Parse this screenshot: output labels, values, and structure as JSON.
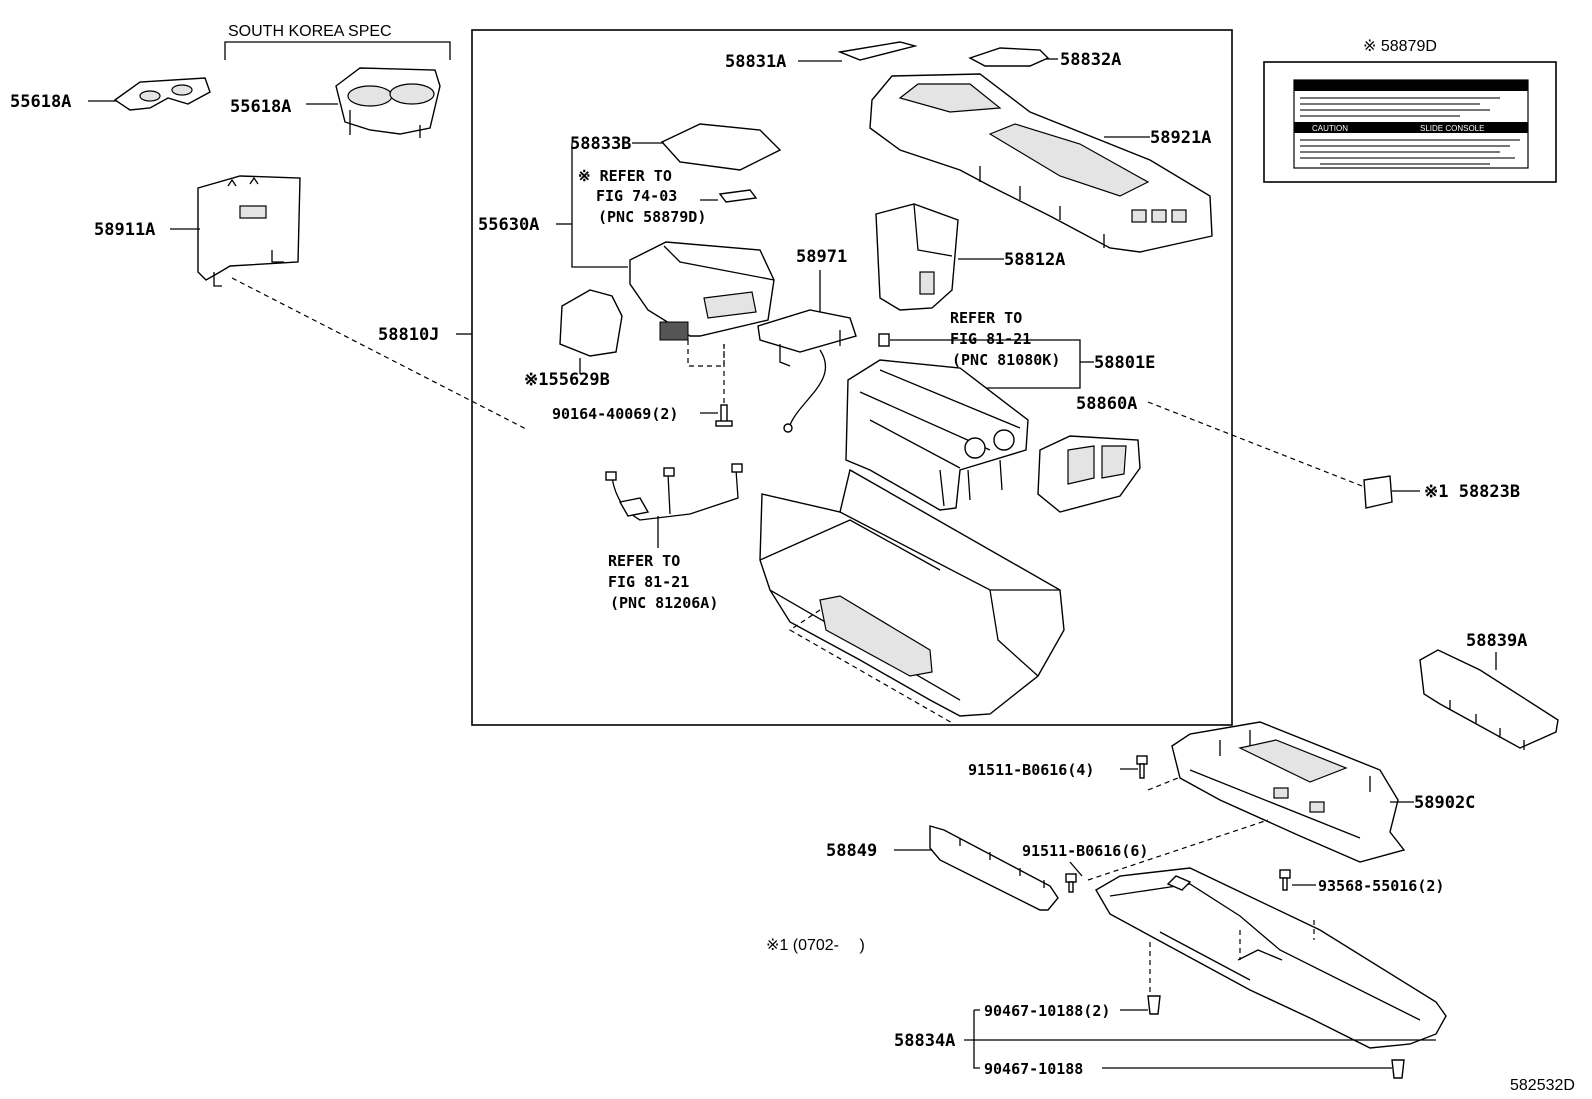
{
  "diagram": {
    "figure_id": "582532D",
    "south_korea_spec": "SOUTH KOREA SPEC",
    "footnote": "※1 (0702-　 )",
    "warning_label_part": "※ 58879D",
    "warning_label": {
      "caution_1": "CAUTION",
      "caution_2": "SLIDE CONSOLE"
    },
    "labels": {
      "p55618A_left": "55618A",
      "p55618A_right": "55618A",
      "p58911A": "58911A",
      "p58810J": "58810J",
      "p58831A": "58831A",
      "p58832A": "58832A",
      "p58921A": "58921A",
      "p58833B": "58833B",
      "p55630A": "55630A",
      "p58971": "58971",
      "p58812A": "58812A",
      "p55629B": "※155629B",
      "p58801E": "58801E",
      "p58860A": "58860A",
      "p58823B": "※1 58823B",
      "p58839A": "58839A",
      "p58902C": "58902C",
      "p58849": "58849",
      "p58834A": "58834A",
      "p90164": "90164-40069(2)",
      "p91511_4": "91511-B0616(4)",
      "p91511_6": "91511-B0616(6)",
      "p93568": "93568-55016(2)",
      "p90467_2": "90467-10188(2)",
      "p90467": "90467-10188"
    },
    "refs": {
      "ref1_l1": "※ REFER TO",
      "ref1_l2": "FIG 74-03",
      "ref1_l3": "(PNC 58879D)",
      "ref2_l1": "REFER TO",
      "ref2_l2": "FIG 81-21",
      "ref2_l3": "(PNC 81080K)",
      "ref3_l1": "REFER TO",
      "ref3_l2": "FIG 81-21",
      "ref3_l3": "(PNC 81206A)"
    }
  }
}
